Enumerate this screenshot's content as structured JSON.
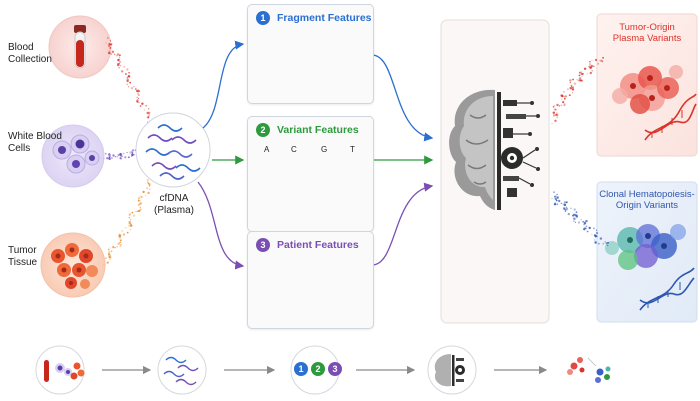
{
  "inputs": {
    "blood_collection": "Blood\nCollection",
    "white_blood_cells": "White Blood\nCells",
    "tumor_tissue": "Tumor\nTissue"
  },
  "center": {
    "label": "cfDNA\n(Plasma)"
  },
  "cards": [
    {
      "number": "1",
      "title": "Fragment Features",
      "color": "#2b6fd1"
    },
    {
      "number": "2",
      "title": "Variant Features",
      "color": "#2e9a3e"
    },
    {
      "number": "3",
      "title": "Patient Features",
      "color": "#7a4fb3"
    }
  ],
  "variant_bases": [
    "A",
    "C",
    "G",
    "T"
  ],
  "outputs": {
    "tumor": {
      "title": "Tumor-Origin\nPlasma Variants",
      "color": "#d9342b"
    },
    "chip": {
      "title": "Clonal Hematopoiesis-\nOrigin Variants",
      "color": "#2f56b0"
    }
  },
  "bottom_steps": {
    "numbers": [
      "1",
      "2",
      "3"
    ]
  },
  "colors": {
    "blue": "#2b6fd1",
    "green": "#2e9a3e",
    "purple": "#7a4fb3",
    "red": "#d9342b",
    "orange": "#e8892a"
  },
  "icons": [
    "blood-tube-icon",
    "white-blood-cells-icon",
    "tumor-tissue-icon",
    "cfdna-strands-icon",
    "ai-brain-icon",
    "dna-helix-icon",
    "gender-icon",
    "person-icon"
  ]
}
